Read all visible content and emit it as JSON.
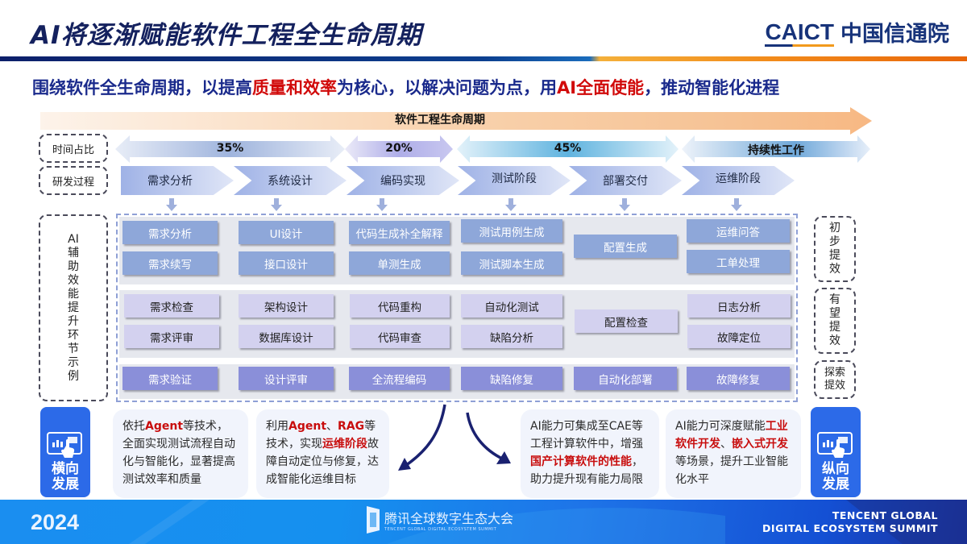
{
  "header": {
    "title": "AI将逐渐赋能软件工程全生命周期",
    "logo_en": "CAICT",
    "logo_cn": "中国信通院"
  },
  "subtitle": {
    "parts": [
      "围绕软件全生命周期，以提高",
      "质量和效率",
      "为核心，以解决问题为点，用",
      "AI全面使能",
      "，推动智能化进程"
    ]
  },
  "lifecycle": {
    "label": "软件工程生命周期"
  },
  "row_labels": {
    "time_ratio": "时间占比",
    "dev_process": "研发过程",
    "ai_examples": "AI辅助效能提升环节示例"
  },
  "time_segments": [
    {
      "label": "35%",
      "color_start": "#dfe6f3",
      "color_mid": "#9fb4dd"
    },
    {
      "label": "20%",
      "color_start": "#e4e3f6",
      "color_mid": "#a8a7e6"
    },
    {
      "label": "45%",
      "color_start": "#d7eef8",
      "color_mid": "#5fb3df"
    },
    {
      "label": "持续性工作",
      "color_start": "#e3ecf7",
      "color_mid": "#6fa8d9"
    }
  ],
  "stages": [
    {
      "label": "需求分析"
    },
    {
      "label": "系统设计"
    },
    {
      "label": "编码实现"
    },
    {
      "label": "测试阶段"
    },
    {
      "label": "部署交付"
    },
    {
      "label": "运维阶段"
    }
  ],
  "grid": {
    "tier1": {
      "row1": [
        "需求分析",
        "UI设计",
        "代码生成补全解释",
        "测试用例生成",
        "运维问答"
      ],
      "row2": [
        "需求续写",
        "接口设计",
        "单测生成",
        "测试脚本生成",
        "工单处理"
      ],
      "merged": "配置生成"
    },
    "tier2": {
      "row1": [
        "需求检查",
        "架构设计",
        "代码重构",
        "自动化测试",
        "日志分析"
      ],
      "row2": [
        "需求评审",
        "数据库设计",
        "代码审查",
        "缺陷分析",
        "故障定位"
      ],
      "merged": "配置检查"
    },
    "tier3": [
      "需求验证",
      "设计评审",
      "全流程编码",
      "缺陷修复",
      "自动化部署",
      "故障修复"
    ]
  },
  "effect_labels": {
    "initial": "初步提效",
    "promising": "有望提效",
    "explore": "探索提效"
  },
  "bottom": {
    "horizontal": {
      "line1": "横向",
      "line2": "发展"
    },
    "vertical": {
      "line1": "纵向",
      "line2": "发展"
    },
    "card1": [
      {
        "t": "依托",
        "red": false
      },
      {
        "t": "Agent",
        "red": true
      },
      {
        "t": "等技术，全面实现测试流程自动化与智能化，显著提高测试效率和质量",
        "red": false
      }
    ],
    "card2": [
      {
        "t": "利用",
        "red": false
      },
      {
        "t": "Agent",
        "red": true
      },
      {
        "t": "、",
        "red": false
      },
      {
        "t": "RAG",
        "red": true
      },
      {
        "t": "等技术，实现",
        "red": false
      },
      {
        "t": "运维阶段",
        "red": true
      },
      {
        "t": "故障自动定位与修复，达成智能化运维目标",
        "red": false
      }
    ],
    "card3": [
      {
        "t": "AI能力可集成至CAE等工程计算软件中，增强",
        "red": false
      },
      {
        "t": "国产计算软件的性能",
        "red": true
      },
      {
        "t": "，助力提升现有能力局限",
        "red": false
      }
    ],
    "card4": [
      {
        "t": "AI能力可深度赋能",
        "red": false
      },
      {
        "t": "工业软件开发",
        "red": true
      },
      {
        "t": "、",
        "red": false
      },
      {
        "t": "嵌入式开发",
        "red": true
      },
      {
        "t": "等场景，提升工业智能化水平",
        "red": false
      }
    ]
  },
  "footer": {
    "year": "2024",
    "event_cn": "腾讯全球数字生态大会",
    "event_sub": "TENCENT GLOBAL DIGITAL ECOSYSTEM SUMMIT",
    "event_en_line1": "TENCENT GLOBAL",
    "event_en_line2": "DIGITAL ECOSYSTEM SUMMIT"
  },
  "colors": {
    "title": "#14215e",
    "accent_red": "#d10a0a",
    "subtitle_blue": "#1a2a8c",
    "tier1": "#8ea7d9",
    "tier2": "#d3d1ef",
    "tier3": "#8a8fd9",
    "dev_box": "#2c6ae8"
  }
}
